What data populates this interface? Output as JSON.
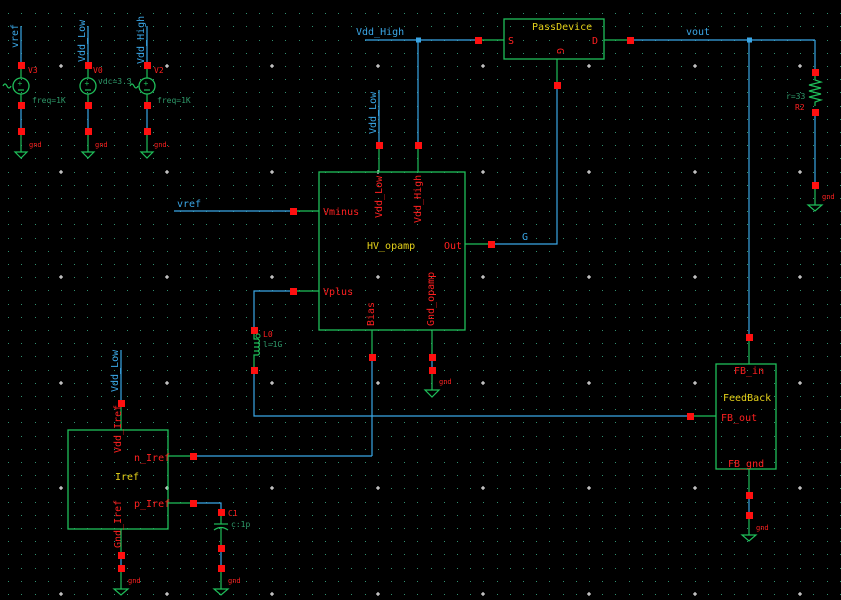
{
  "window": {
    "title": "Schematic editor"
  },
  "colors": {
    "background": "#000000",
    "wire": "#3aa6e6",
    "symbol": "#1fbf5a",
    "pin": "#ff1010",
    "pin_label": "#ff2020",
    "cell_name": "#e6d21a",
    "parameter": "#2e9a6a",
    "grid_dot": "#2f8f6f",
    "grid_major": "#ffffff"
  },
  "nets": {
    "vref_top": "vref",
    "vdd_low_top": "Vdd_Low",
    "vdd_high_top": "Vdd_High",
    "vdd_high_main": "Vdd_High",
    "vdd_low_opamp": "Vdd_Low",
    "vref_opamp": "vref",
    "vout": "vout",
    "gate": "G",
    "vdd_low_iref": "Vdd_Low"
  },
  "sources": [
    {
      "name": "V3",
      "kind": "ac",
      "param": "freq=1K",
      "gnd": "gnd"
    },
    {
      "name": "V0",
      "kind": "dc",
      "param": "vdc=3.3",
      "gnd": "gnd"
    },
    {
      "name": "V2",
      "kind": "ac",
      "param": "freq=1K",
      "gnd": "gnd."
    }
  ],
  "resistor": {
    "name": "R2",
    "param": "r=33",
    "gnd": "gnd"
  },
  "inductor": {
    "name": "L0",
    "param": "l=1G"
  },
  "capacitor": {
    "name": "C1",
    "param": "c:1p",
    "gnd": "gnd"
  },
  "blocks": {
    "pass_device": {
      "cell": "PassDevice",
      "pins": {
        "s": "S",
        "d": "D",
        "g": "G"
      }
    },
    "opamp": {
      "cell": "HV_opamp",
      "pins": {
        "vminus": "Vminus",
        "vplus": "Vplus",
        "out": "Out",
        "vdd_low": "Vdd_Low",
        "vdd_high": "Vdd_High",
        "bias": "Bias",
        "gnd": "Gnd_opamp"
      },
      "gnd": "gnd"
    },
    "feedback": {
      "cell": "FeedBack",
      "pins": {
        "in": "FB_in",
        "out": "FB_out",
        "gnd": "FB_gnd"
      },
      "gnd": "gnd"
    },
    "iref": {
      "cell": "Iref",
      "pins": {
        "vdd": "Vdd_Iref",
        "n": "n_Iref",
        "p": "p_Iref",
        "gnd": "Gnd_Iref"
      },
      "gnd": "gnd"
    }
  }
}
